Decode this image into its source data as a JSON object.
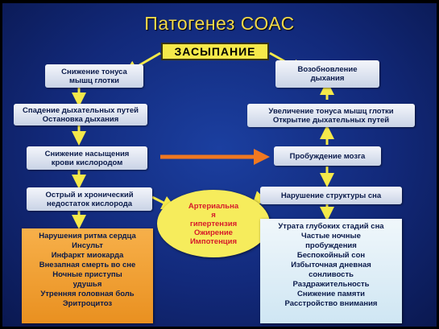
{
  "title": "Патогенез СОАС",
  "root": "ЗАСЫПАНИЕ",
  "left_chain": [
    "Снижение тонуса\nмышц глотки",
    "Спадение дыхательных путей\nОстановка дыхания",
    "Снижение насыщения\nкрови кислородом",
    "Острый и хронический\nнедостаток кислорода"
  ],
  "right_chain": [
    "Возобновление\nдыхания",
    "Увеличение тонуса мышц глотки\nОткрытие дыхательных путей",
    "Пробуждение мозга",
    "Нарушение структуры сна"
  ],
  "center_ellipse": "Артериальна\nя\nгипертензия\nОжирение\nИмпотенция",
  "left_consequences": [
    "Нарушения ритма сердца",
    "Инсульт",
    "Инфаркт миокарда",
    "Внезапная смерть во сне",
    "Ночные приступы",
    "удушья",
    "Утренняя головная боль",
    "Эритроцитоз"
  ],
  "right_consequences": [
    "Утрата глубоких стадий сна",
    "Частые ночные",
    "пробуждения",
    "Беспокойный сон",
    "Избыточная дневная",
    "сонливость",
    "Раздражительность",
    "Снижение памяти",
    "Расстройство внимания"
  ],
  "colors": {
    "background": "#12297a",
    "title": "#f2d94a",
    "arrow_yellow": "#f5e94a",
    "arrow_orange": "#f07820",
    "ellipse_text": "#d61a2a",
    "left_panel": "#f0a030"
  }
}
